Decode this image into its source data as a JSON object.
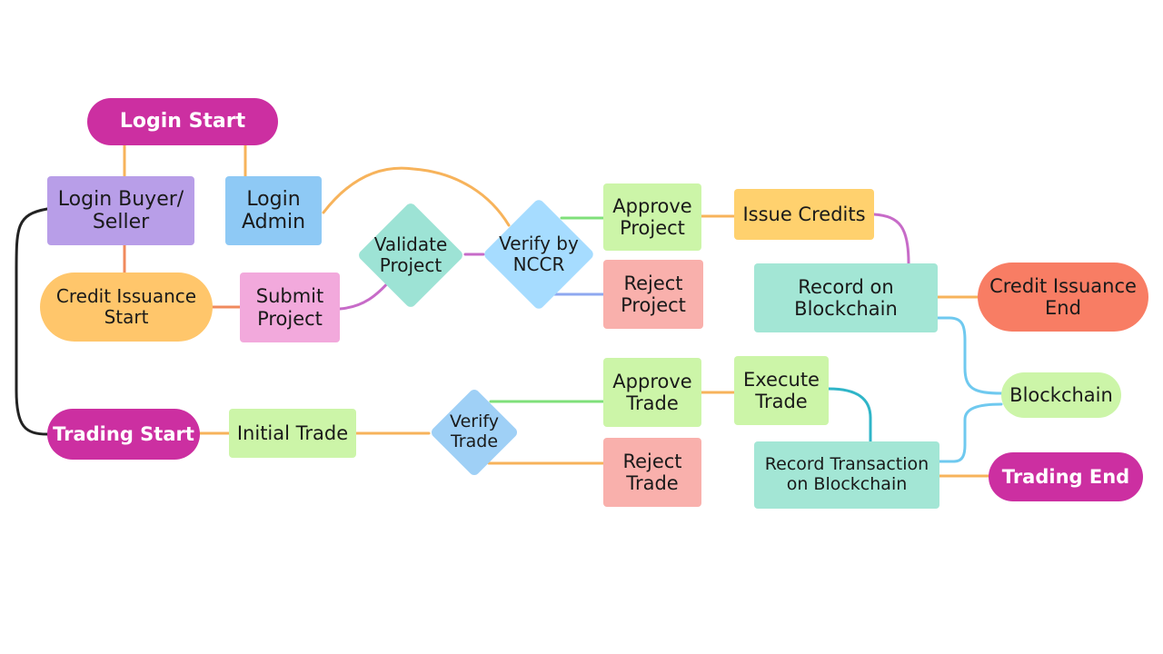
{
  "colors": {
    "terminal": "#cc2fa1",
    "login_user": "#b89ee8",
    "login_admin": "#8ec9f5",
    "issuance_start": "#ffc66b",
    "submit": "#f2a9dc",
    "validate": "#9de3d5",
    "verify": "#a6dcff",
    "approve": "#ccf5a8",
    "issue": "#ffd16e",
    "reject": "#f9b0ac",
    "record": "#a3e6d5",
    "issuance_end": "#f87d64",
    "blockchain": "#ccf5a8"
  },
  "nodes": {
    "login_start": "Login Start",
    "login_buyer_seller": "Login Buyer/\nSeller",
    "login_admin": "Login\nAdmin",
    "credit_issuance_start": "Credit Issuance\nStart",
    "submit_project": "Submit\nProject",
    "validate_project": "Validate\nProject",
    "verify_by_nccr": "Verify by\nNCCR",
    "approve_project": "Approve\nProject",
    "reject_project": "Reject\nProject",
    "issue_credits": "Issue Credits",
    "record_on_blockchain": "Record on\nBlockchain",
    "credit_issuance_end": "Credit Issuance\nEnd",
    "blockchain": "Blockchain",
    "trading_start": "Trading Start",
    "initial_trade": "Initial Trade",
    "verify_trade": "Verify\nTrade",
    "approve_trade": "Approve\nTrade",
    "execute_trade": "Execute\nTrade",
    "reject_trade": "Reject\nTrade",
    "record_transaction": "Record Transaction\non Blockchain",
    "trading_end": "Trading End"
  }
}
